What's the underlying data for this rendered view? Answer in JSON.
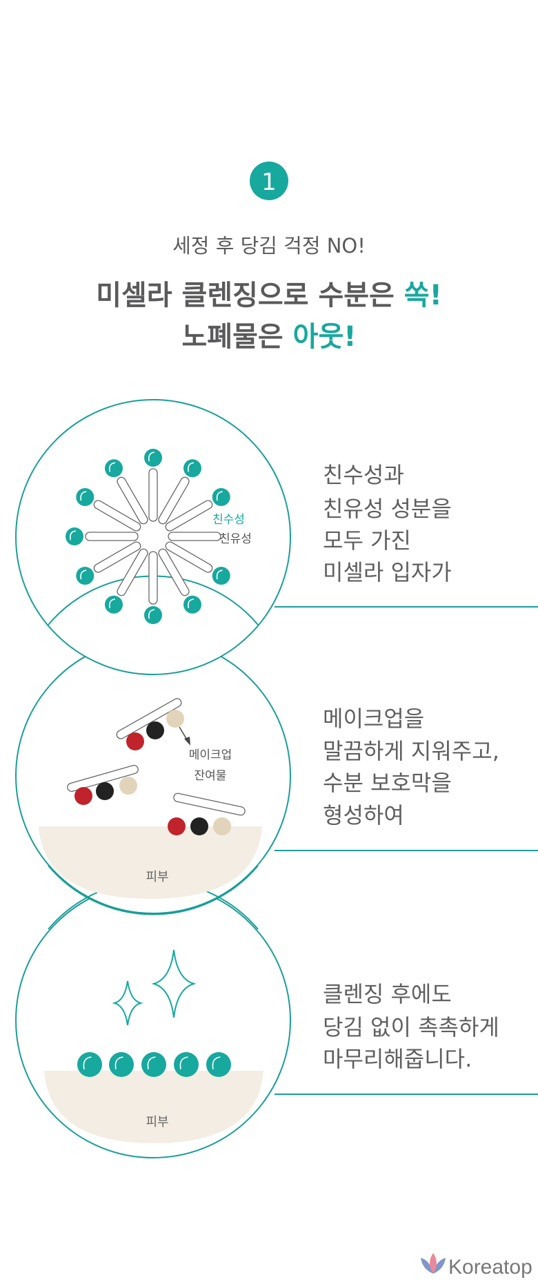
{
  "step": {
    "number": "1"
  },
  "header": {
    "subtitle": "세정 후 당김 걱정 NO!",
    "headline_line1": "미셀라 클렌징으로 수분은 ",
    "headline_line1_accent": "쏙!",
    "headline_line2": "노폐물은 ",
    "headline_line2_accent": "아웃!"
  },
  "panels": [
    {
      "labels": {
        "hydrophilic": "친수성",
        "lipophilic": "친유성"
      },
      "text": [
        "친수성과",
        "친유성 성분을",
        "모두 가진",
        "미셀라 입자가"
      ]
    },
    {
      "labels": {
        "residue_line1": "메이크업",
        "residue_line2": "잔여물",
        "skin": "피부"
      },
      "text": [
        "메이크업을",
        "말끔하게 지워주고,",
        "수분 보호막을",
        "형성하여"
      ]
    },
    {
      "labels": {
        "skin": "피부"
      },
      "text": [
        "클렌징 후에도",
        "당김 없이 촉촉하게",
        "마무리해줍니다."
      ]
    }
  ],
  "brand": {
    "name": "Koreatop"
  },
  "colors": {
    "teal": "#17a89e",
    "skin": "#f3ede3",
    "red": "#c0232b",
    "black": "#222222",
    "beige": "#e2d3bb",
    "text": "#5a5a5c"
  }
}
